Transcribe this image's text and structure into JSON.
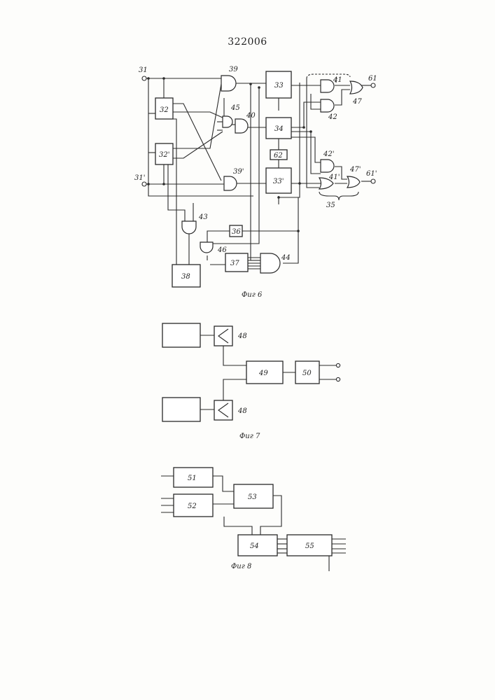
{
  "patent_number": "322006",
  "fig6": {
    "caption": "Фиг 6",
    "terminals": {
      "in_top": "31",
      "in_bottom": "31'",
      "out_top": "61",
      "out_bottom": "61'"
    },
    "blocks": {
      "b32": "32",
      "b32p": "32'",
      "b33": "33",
      "b34": "34",
      "b62": "62",
      "b33p": "33'",
      "b36": "36",
      "b37": "37",
      "b38": "38"
    },
    "gates": {
      "g39": "39",
      "g45": "45",
      "g40": "40",
      "g39p": "39'",
      "g41": "41",
      "g47": "47",
      "g42": "42",
      "g42p": "42'",
      "g47p": "47'",
      "g41p": "41'",
      "g43": "43",
      "g46": "46",
      "g44": "44"
    },
    "group_label": "35"
  },
  "fig7": {
    "caption": "Фиг 7",
    "amp_top": "48",
    "amp_bottom": "48",
    "block49": "49",
    "block50": "50"
  },
  "fig8": {
    "caption": "Фиг 8",
    "blocks": {
      "b51": "51",
      "b52": "52",
      "b53": "53",
      "b54": "54",
      "b55": "55"
    }
  }
}
